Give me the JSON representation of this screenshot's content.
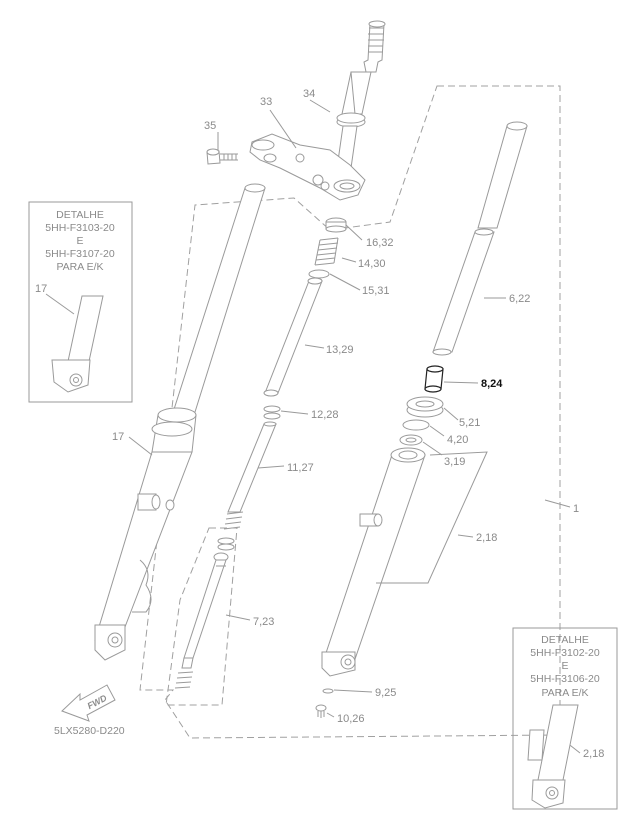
{
  "callouts": {
    "c35": "35",
    "c33": "33",
    "c34": "34",
    "c16_32": "16,32",
    "c14_30": "14,30",
    "c15_31": "15,31",
    "c6_22": "6,22",
    "c13_29": "13,29",
    "c8_24": "8,24",
    "c12_28": "12,28",
    "c5_21": "5,21",
    "c4_20": "4,20",
    "c17": "17",
    "c3_19": "3,19",
    "c11_27": "11,27",
    "c1": "1",
    "c2_18": "2,18",
    "c7_23": "7,23",
    "c9_25": "9,25",
    "c10_26": "10,26"
  },
  "highlighted_callout": "8,24",
  "detail_left": {
    "line1": "DETALHE",
    "line2": "5HH-F3103-20",
    "line3": "E",
    "line4": "5HH-F3107-20",
    "line5": "PARA E/K",
    "part_label": "17"
  },
  "detail_right": {
    "line1": "DETALHE",
    "line2": "5HH-F3102-20",
    "line3": "E",
    "line4": "5HH-F3106-20",
    "line5": "PARA E/K",
    "part_label": "2,18"
  },
  "fwd_label": "FWD",
  "diagram_code": "5LX5280-D220",
  "colors": {
    "line": "#9a9a9a",
    "highlight": "#111111",
    "background": "#ffffff"
  }
}
